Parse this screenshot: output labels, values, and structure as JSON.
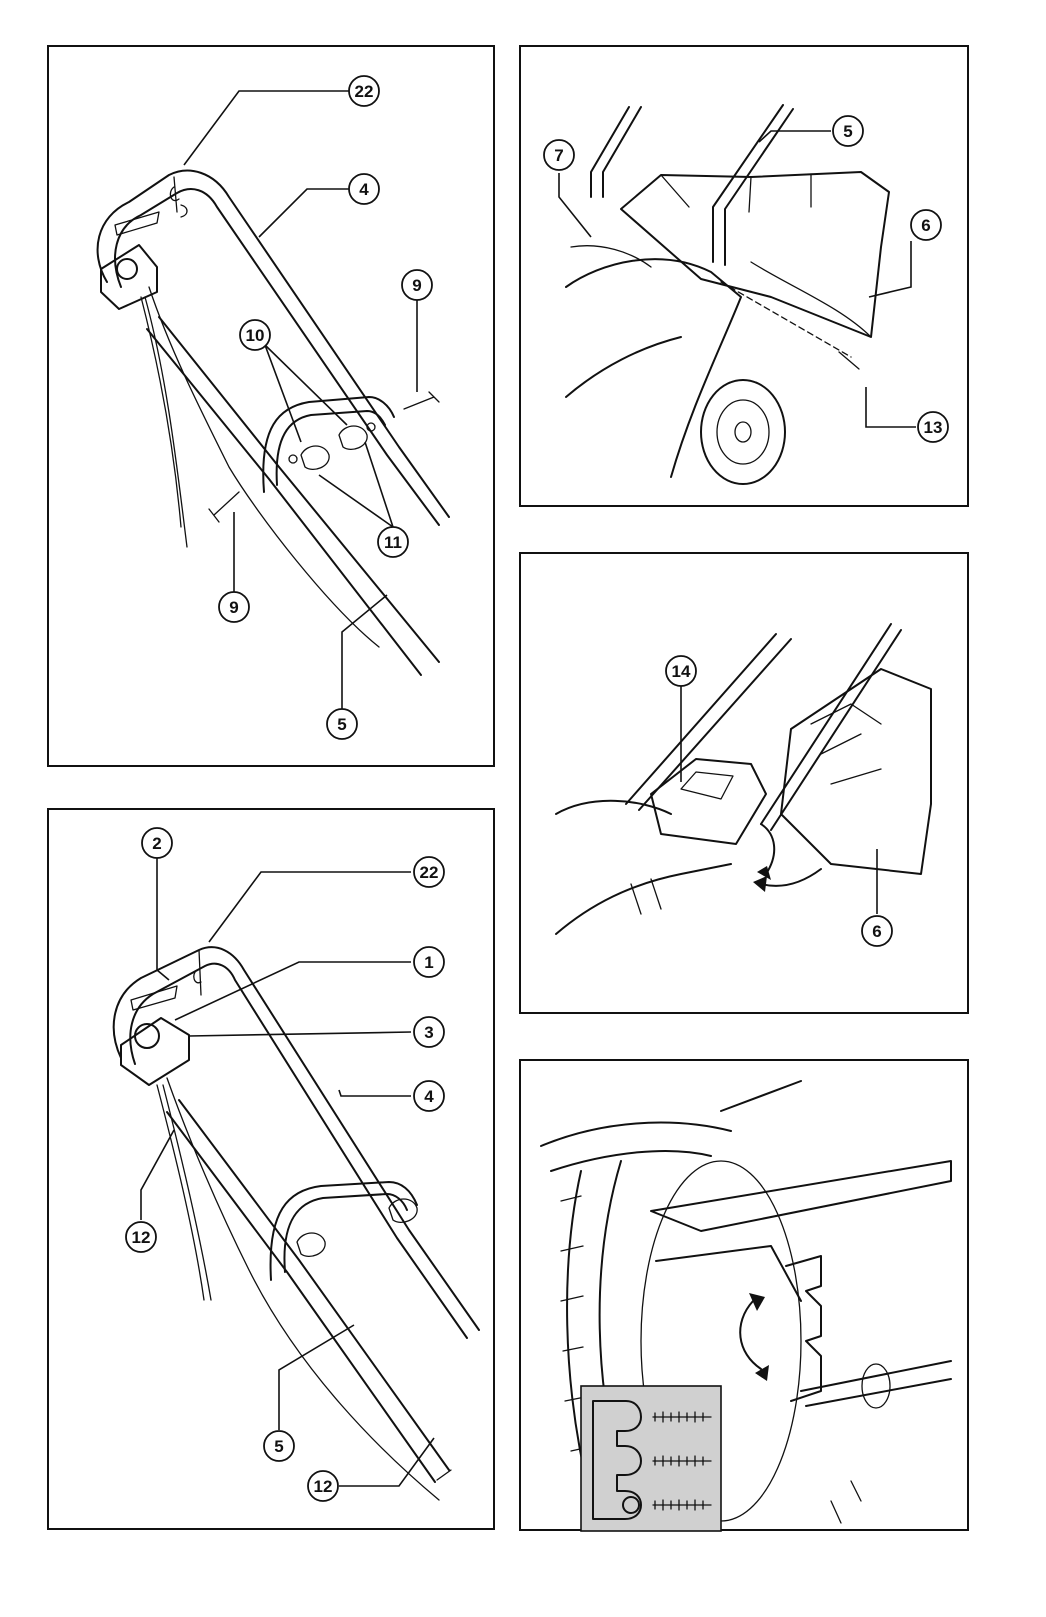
{
  "figures": [
    {
      "id": "fig-handle-assembly",
      "callouts": [
        "22",
        "4",
        "9",
        "10",
        "11",
        "9",
        "5"
      ]
    },
    {
      "id": "fig-handle-mounting",
      "callouts": [
        "7",
        "5",
        "6",
        "13"
      ]
    },
    {
      "id": "fig-cable-routing",
      "callouts": [
        "2",
        "22",
        "1",
        "3",
        "4",
        "12",
        "5",
        "12"
      ]
    },
    {
      "id": "fig-grass-box",
      "callouts": [
        "14",
        "6"
      ]
    },
    {
      "id": "fig-height-adjust",
      "callouts": []
    }
  ],
  "colors": {
    "line": "#111111",
    "inset_bg": "#d0d0d0"
  }
}
